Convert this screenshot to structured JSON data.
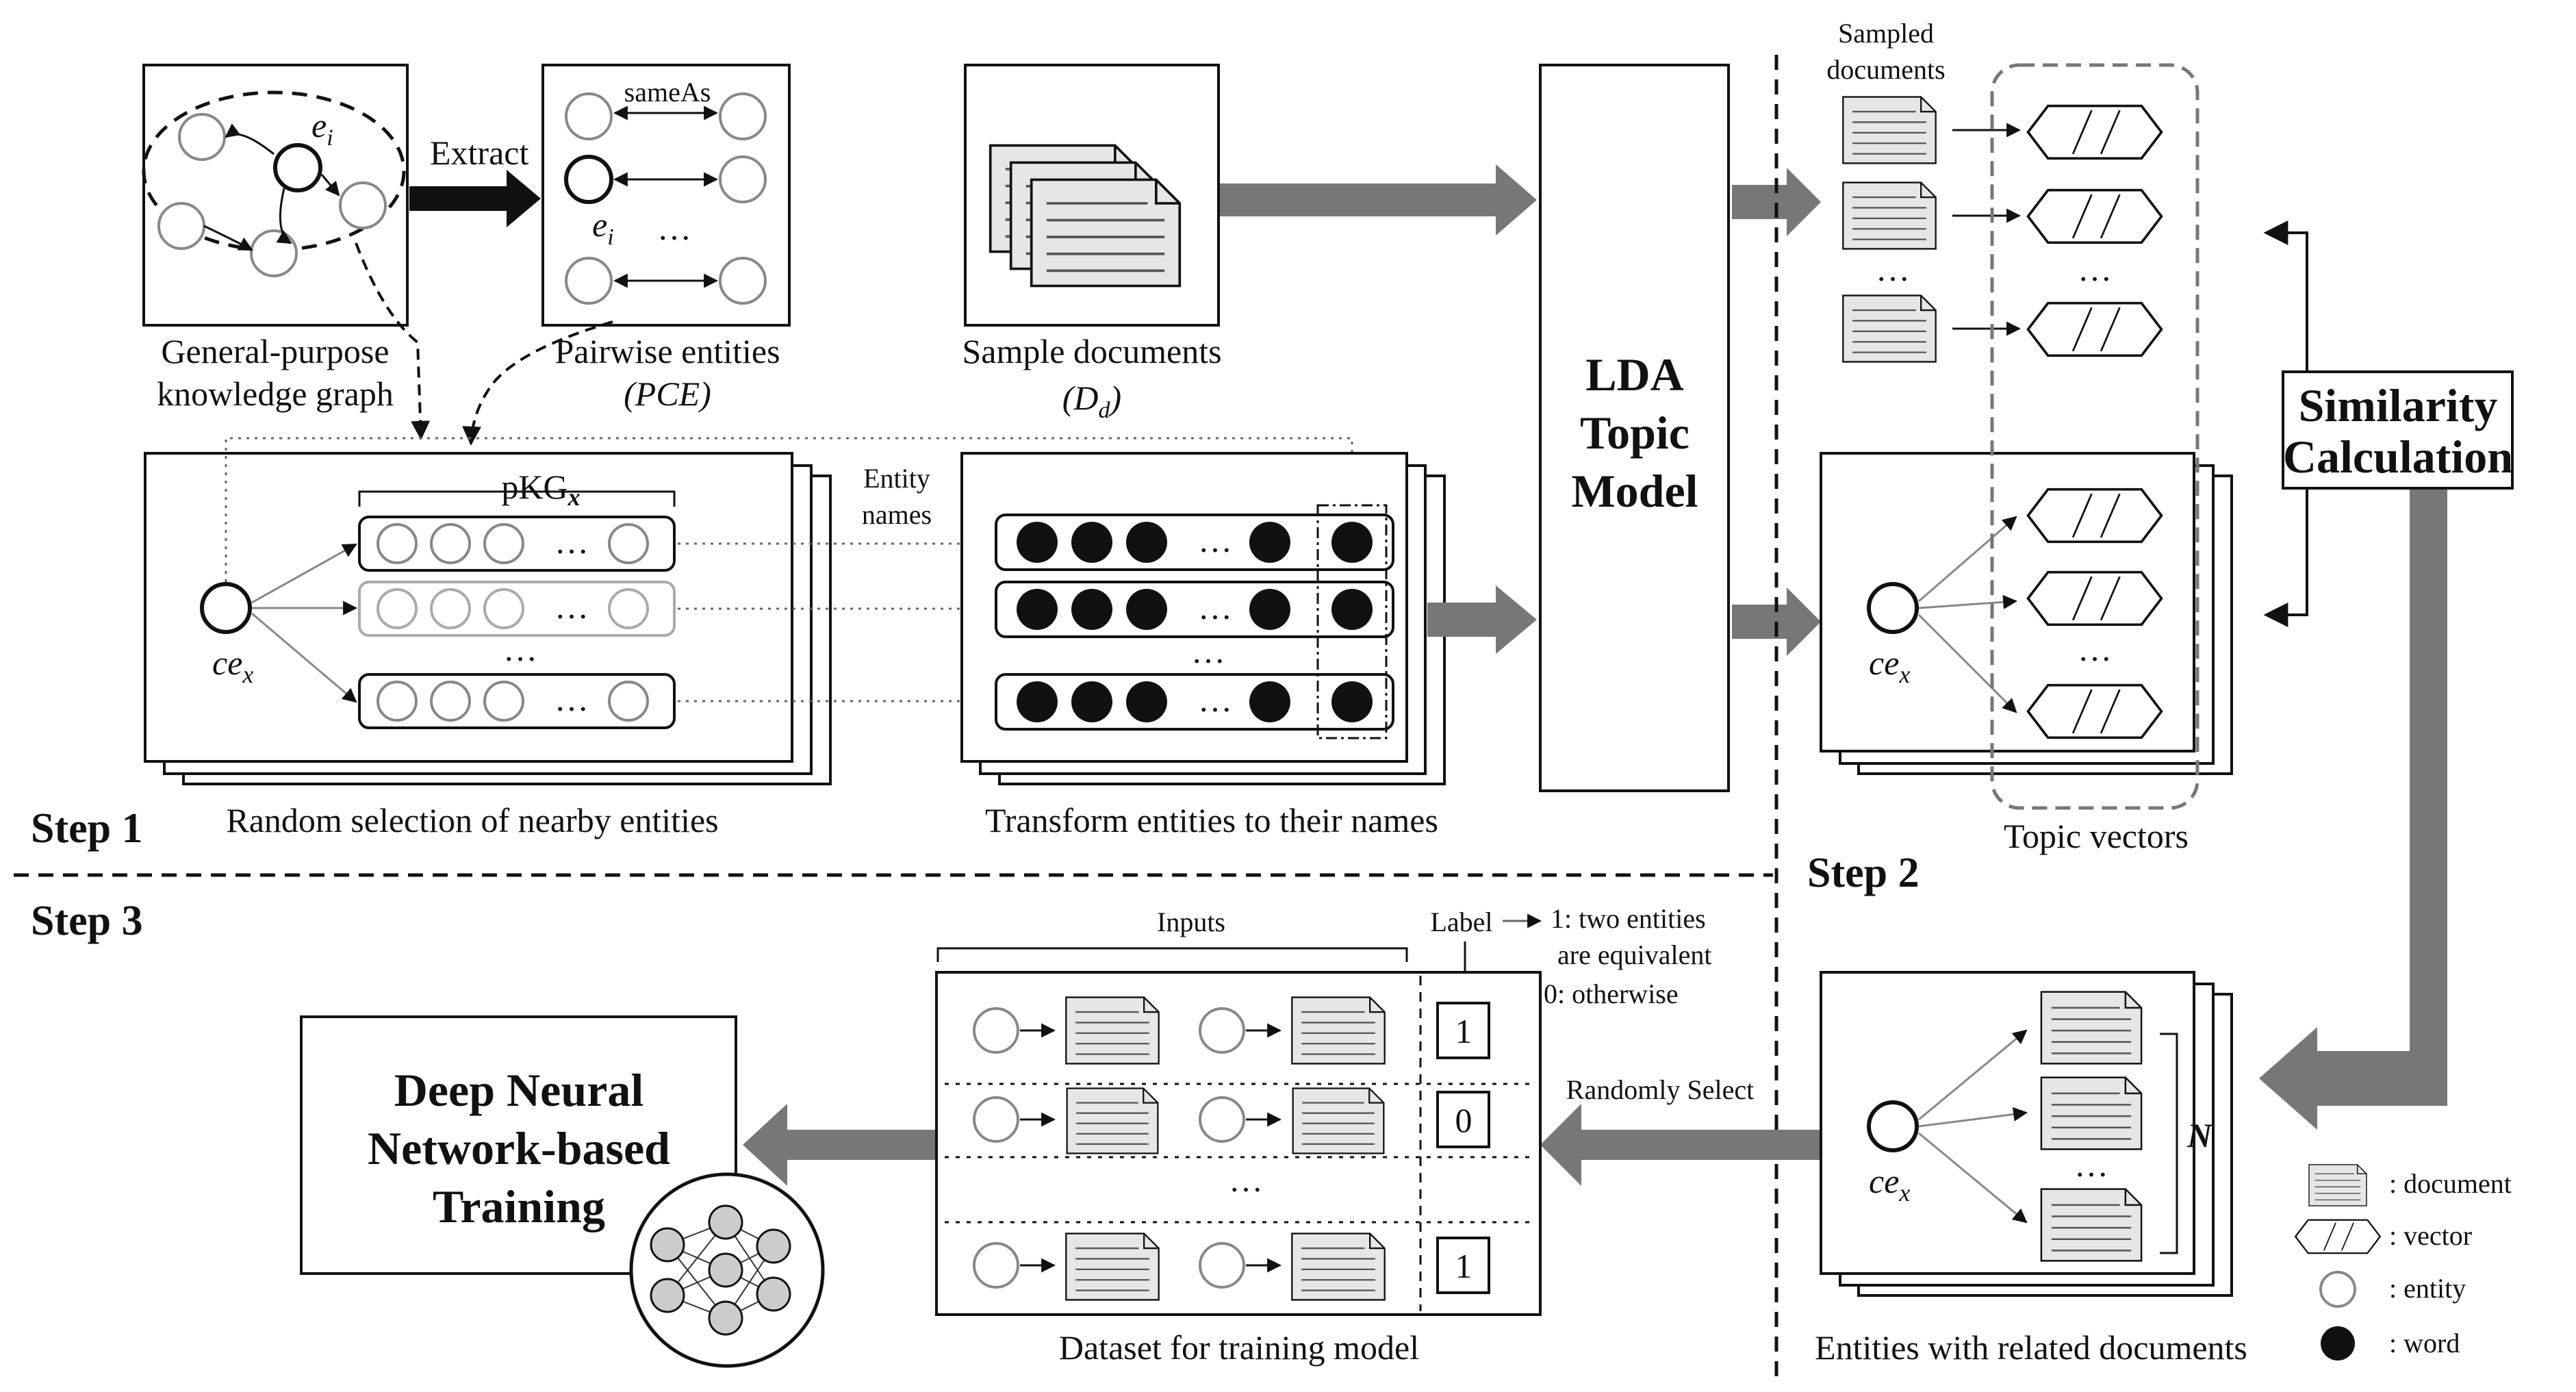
{
  "labels": {
    "extract": "Extract",
    "same_as": "sameAs",
    "ei": "e",
    "ei_sub": "i",
    "dots": "…",
    "kg_line1": "General-purpose",
    "kg_line2": "knowledge graph",
    "pce_line1": "Pairwise entities",
    "pce_line2": "(PCE)",
    "sample_line1": "Sample documents",
    "sample_line2": "(D",
    "sample_sub": "d",
    "sample_close": ")",
    "lda_line1": "LDA",
    "lda_line2": "Topic",
    "lda_line3": "Model",
    "sampled_line1": "Sampled",
    "sampled_line2": "documents",
    "similarity_line1": "Similarity",
    "similarity_line2": "Calculation",
    "pkg": "pKG",
    "pkg_sub": "x",
    "entity_line1": "Entity",
    "entity_line2": "names",
    "ce": "ce",
    "ce_sub": "x",
    "random_selection": "Random selection of nearby entities",
    "transform": "Transform entities to their names",
    "topic_vectors": "Topic vectors",
    "step1": "Step 1",
    "step2": "Step 2",
    "step3": "Step 3",
    "inputs": "Inputs",
    "label": "Label",
    "label_note1": "1: two entities",
    "label_note2": "are equivalent",
    "label_note3": "0: otherwise",
    "dnn_line1": "Deep Neural",
    "dnn_line2": "Network-based",
    "dnn_line3": "Training",
    "randomly_select": "Randomly Select",
    "dataset": "Dataset for training model",
    "entities_docs": "Entities with related documents",
    "n_label": "N",
    "label_values": [
      "1",
      "0",
      "1"
    ],
    "legend_document": ": document",
    "legend_vector": ": vector",
    "legend_entity": ": entity",
    "legend_word": ": word"
  },
  "colors": {
    "arrow_fill": "#777777",
    "document_fill": "#e6e6e6",
    "line": "#111111"
  }
}
